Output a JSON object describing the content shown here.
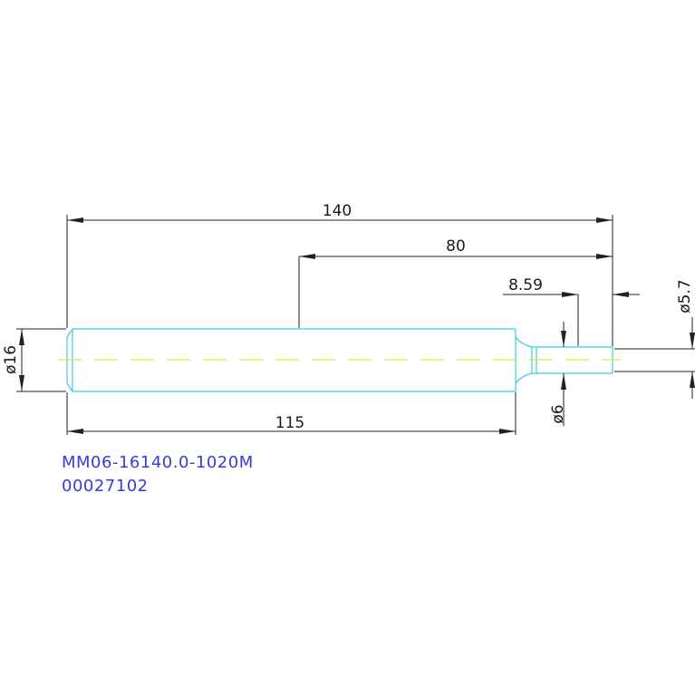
{
  "drawing": {
    "background_color": "#ffffff",
    "tool_outline_color": "#38cde0",
    "center_line_color": "#e3e33a",
    "dimension_color": "#222222",
    "label_color": "#3a3ad8"
  },
  "dimensions": {
    "overall_length": "140",
    "length_80": "80",
    "length_859": "8.59",
    "shank_length": "115",
    "shank_diameter": "ø16",
    "neck_diameter": "ø6",
    "tip_diameter": "ø5.7"
  },
  "part": {
    "number": "MM06-16140.0-1020M",
    "code": "00027102"
  }
}
